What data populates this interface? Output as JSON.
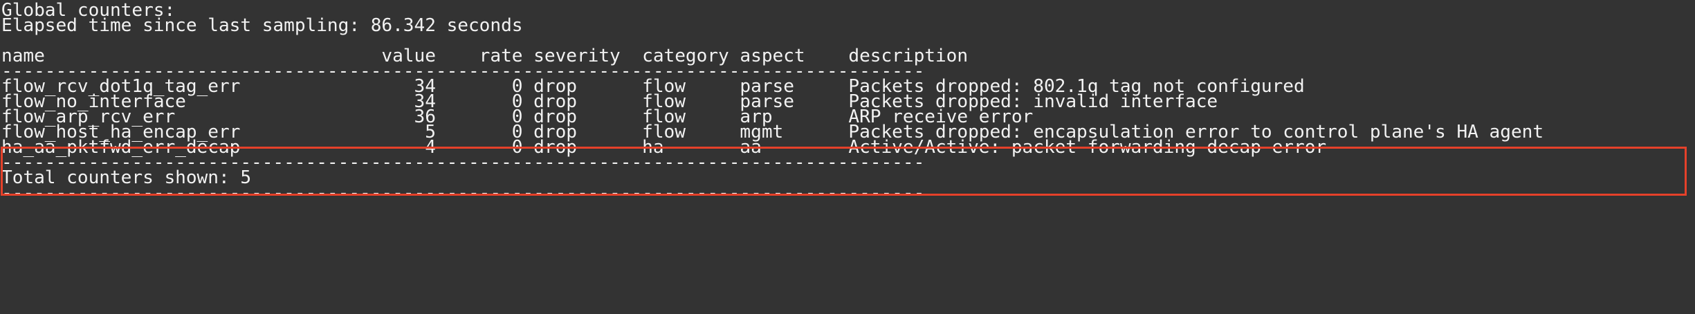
{
  "terminal": {
    "background_color": "#333333",
    "text_color": "#f2f2f2",
    "highlight_color": "#e5412a"
  },
  "header": {
    "title_line": "Global counters:",
    "elapsed_line": "Elapsed time since last sampling: 86.342 seconds"
  },
  "table": {
    "column_header_line": "name                               value    rate severity  category aspect    description",
    "separator_line": "-------------------------------------------------------------------------------------",
    "columns": [
      "name",
      "value",
      "rate",
      "severity",
      "category",
      "aspect",
      "description"
    ],
    "rows": [
      {
        "line": "flow_rcv_dot1q_tag_err                34       0 drop      flow     parse     Packets dropped: 802.1q tag not configured",
        "name": "flow_rcv_dot1q_tag_err",
        "value": "34",
        "rate": "0",
        "severity": "drop",
        "category": "flow",
        "aspect": "parse",
        "description": "Packets dropped: 802.1q tag not configured",
        "highlighted": false
      },
      {
        "line": "flow_no_interface                     34       0 drop      flow     parse     Packets dropped: invalid interface",
        "name": "flow_no_interface",
        "value": "34",
        "rate": "0",
        "severity": "drop",
        "category": "flow",
        "aspect": "parse",
        "description": "Packets dropped: invalid interface",
        "highlighted": true
      },
      {
        "line": "flow_arp_rcv_err                      36       0 drop      flow     arp       ARP receive error",
        "name": "flow_arp_rcv_err",
        "value": "36",
        "rate": "0",
        "severity": "drop",
        "category": "flow",
        "aspect": "arp",
        "description": "ARP receive error",
        "highlighted": true
      },
      {
        "line": "flow_host_ha_encap_err                 5       0 drop      flow     mgmt      Packets dropped: encapsulation error to control plane's HA agent",
        "name": "flow_host_ha_encap_err",
        "value": "5",
        "rate": "0",
        "severity": "drop",
        "category": "flow",
        "aspect": "mgmt",
        "description": "Packets dropped: encapsulation error to control plane's HA agent",
        "highlighted": false
      },
      {
        "line": "ha_aa_pktfwd_err_decap                 4       0 drop      ha       aa        Active/Active: packet-forwarding decap error",
        "name": "ha_aa_pktfwd_err_decap",
        "value": "4",
        "rate": "0",
        "severity": "drop",
        "category": "ha",
        "aspect": "aa",
        "description": "Active/Active: packet-forwarding decap error",
        "highlighted": false
      }
    ]
  },
  "footer": {
    "separator_top": "-------------------------------------------------------------------------------------",
    "total_line": "Total counters shown: 5",
    "separator_bottom": "-------------------------------------------------------------------------------------"
  }
}
